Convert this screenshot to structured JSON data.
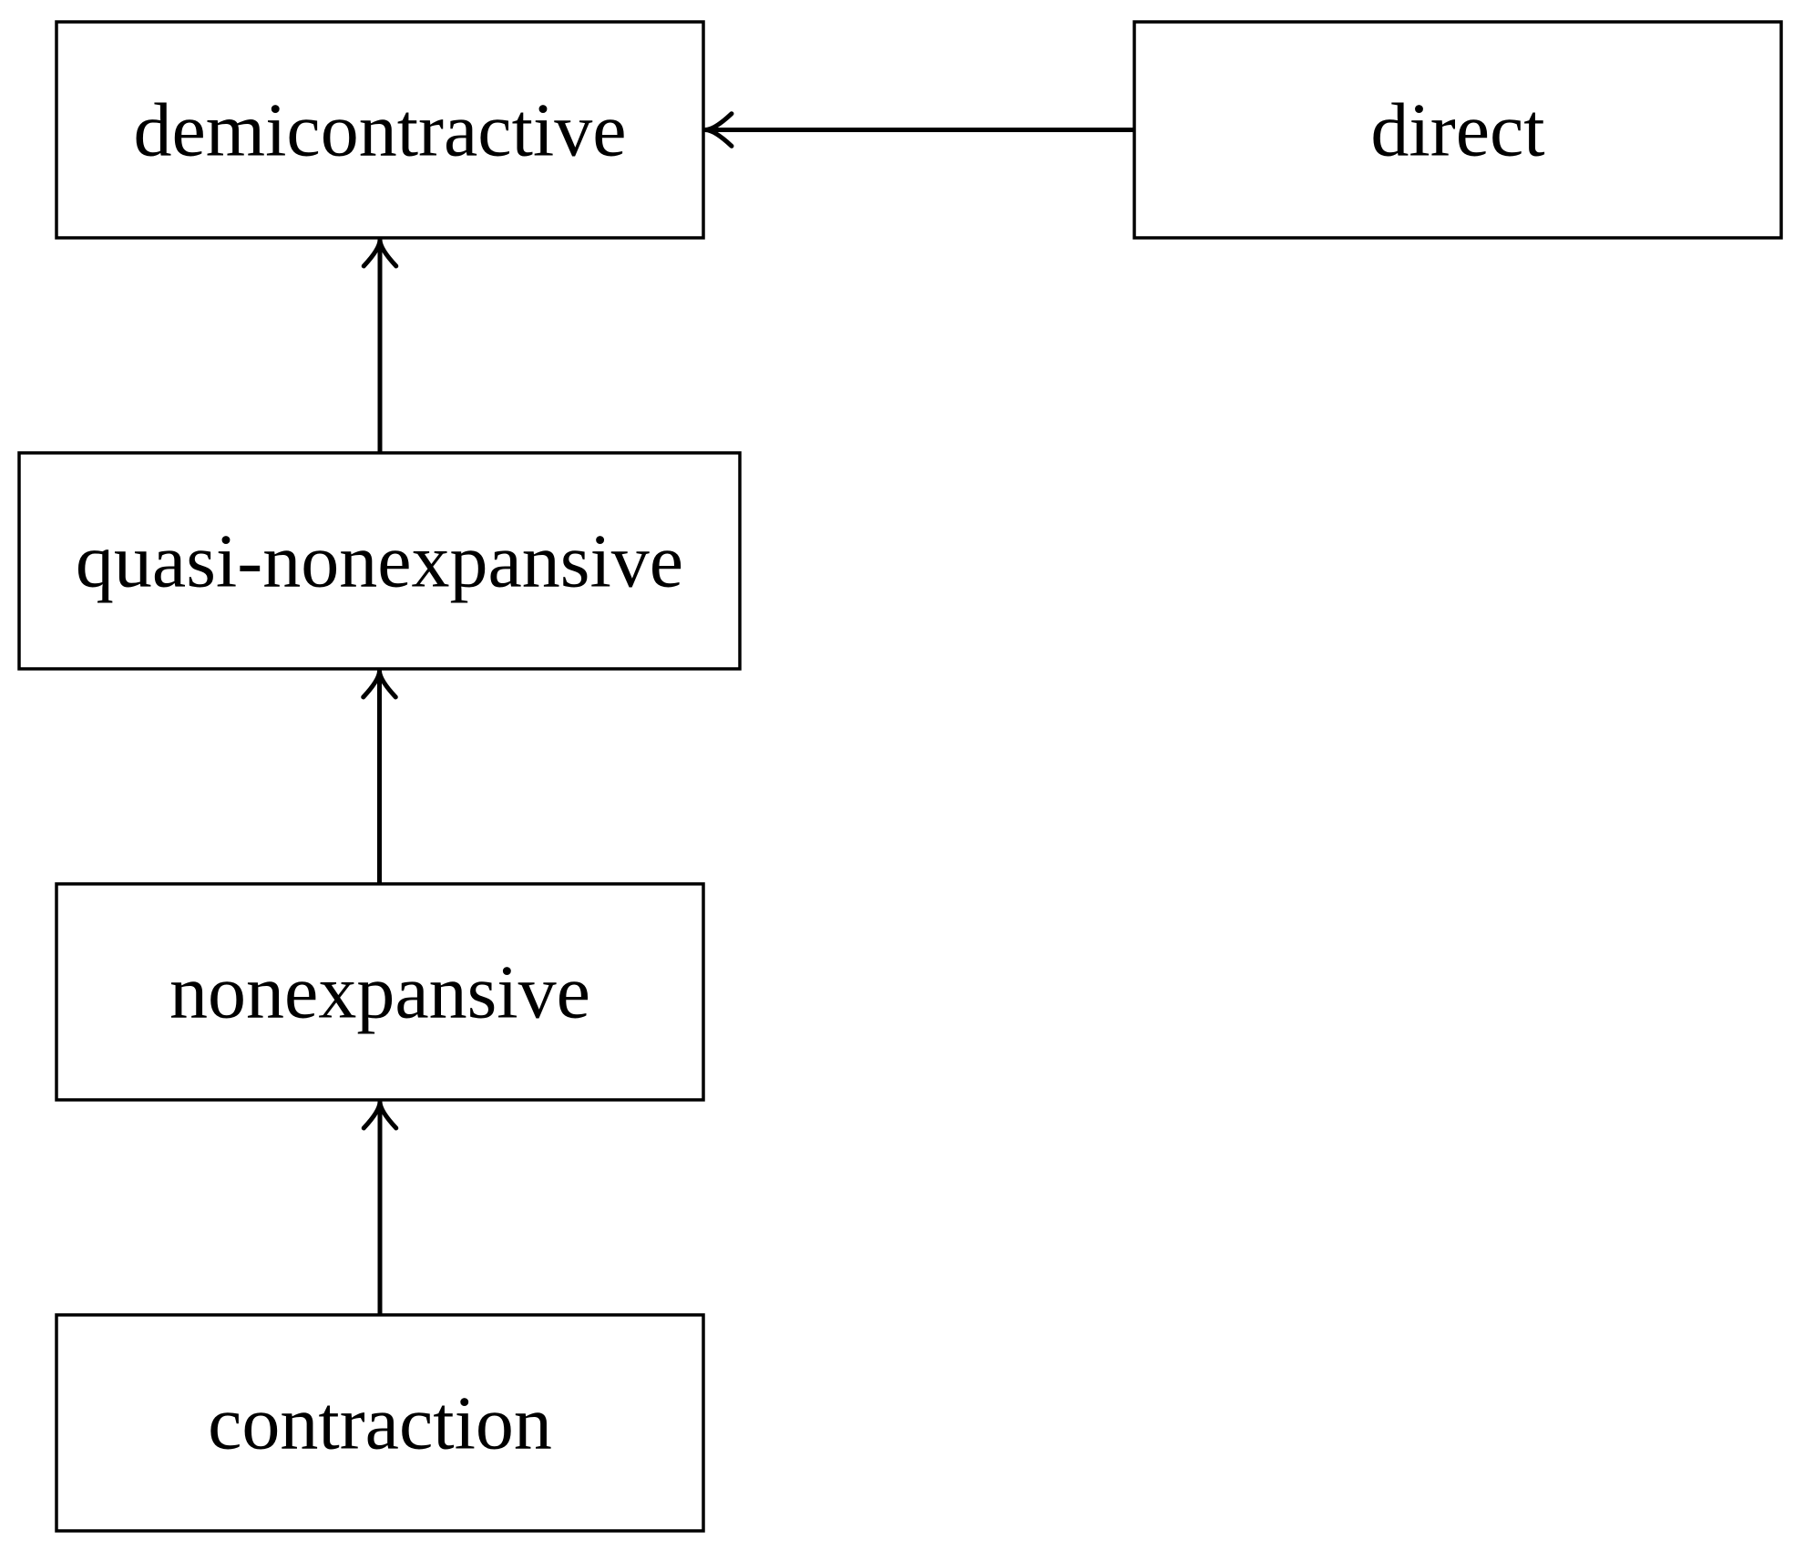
{
  "nodes": [
    {
      "id": "demicontractive",
      "label": "demicontractive"
    },
    {
      "id": "direct",
      "label": "direct"
    },
    {
      "id": "quasi-nonexpansive",
      "label": "quasi-nonexpansive"
    },
    {
      "id": "nonexpansive",
      "label": "nonexpansive"
    },
    {
      "id": "contraction",
      "label": "contraction"
    }
  ],
  "edges": [
    {
      "from": "direct",
      "to": "demicontractive"
    },
    {
      "from": "quasi-nonexpansive",
      "to": "demicontractive"
    },
    {
      "from": "nonexpansive",
      "to": "quasi-nonexpansive"
    },
    {
      "from": "contraction",
      "to": "nonexpansive"
    }
  ],
  "colors": {
    "stroke": "#000000",
    "background": "#ffffff"
  }
}
